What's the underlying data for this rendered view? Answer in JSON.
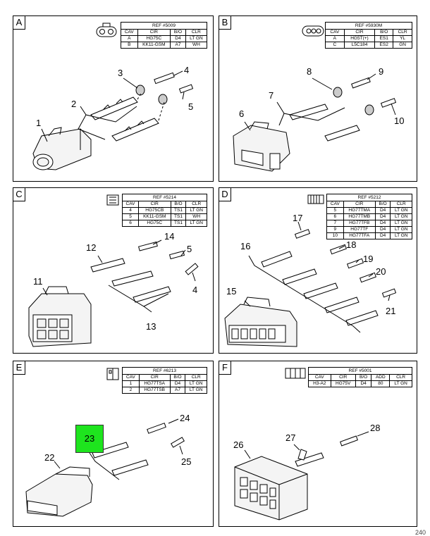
{
  "panels": {
    "A": {
      "letter": "A",
      "ref": "REF #5009",
      "header": [
        "CAV",
        "CIR",
        "B/O",
        "CLR"
      ],
      "rows": [
        [
          "A",
          "HG75C",
          "D4",
          "LT GN"
        ],
        [
          "B",
          "KK11-GSM",
          "A7",
          "WH"
        ]
      ],
      "callouts": [
        "1",
        "2",
        "3",
        "4",
        "5"
      ]
    },
    "B": {
      "letter": "B",
      "ref": "REF #5930M",
      "header": [
        "CAV",
        "CIR",
        "B/O",
        "CLR"
      ],
      "rows": [
        [
          "A",
          "HG5T(+)",
          "ES1",
          "YL"
        ],
        [
          "C",
          "L5C184",
          "ES2",
          "GN"
        ]
      ],
      "callouts": [
        "6",
        "7",
        "8",
        "9",
        "10"
      ]
    },
    "C": {
      "letter": "C",
      "ref": "REF #5214",
      "header": [
        "CAV",
        "CIR",
        "B/O",
        "CLR"
      ],
      "rows": [
        [
          "4",
          "HG75CB",
          "TS1",
          "LT GN"
        ],
        [
          "5",
          "KK11-GSM",
          "TS1",
          "WH"
        ],
        [
          "6",
          "HG75C",
          "TS1",
          "LT GN"
        ]
      ],
      "callouts": [
        "11",
        "12",
        "13",
        "14",
        "5",
        "4"
      ]
    },
    "D": {
      "letter": "D",
      "ref": "REF #5212",
      "header": [
        "CAV",
        "CIR",
        "B/O",
        "CLR"
      ],
      "rows": [
        [
          "5",
          "HG77TMA",
          "D4",
          "LT GN"
        ],
        [
          "6",
          "HG77TMB",
          "D4",
          "LT GN"
        ],
        [
          "7",
          "HG77TFB",
          "D4",
          "LT GN"
        ],
        [
          "9",
          "HG77TF",
          "D4",
          "LT GN"
        ],
        [
          "10",
          "HG77TFA",
          "D4",
          "LT GN"
        ]
      ],
      "callouts": [
        "15",
        "16",
        "17",
        "18",
        "19",
        "20",
        "21"
      ]
    },
    "E": {
      "letter": "E",
      "ref": "REF #6213",
      "header": [
        "CAV",
        "CIR",
        "B/O",
        "CLR"
      ],
      "rows": [
        [
          "1",
          "HG77TSA",
          "D4",
          "LT GN"
        ],
        [
          "2",
          "HG77TSB",
          "A7",
          "LT GN"
        ]
      ],
      "callouts": [
        "22",
        "23",
        "24",
        "25"
      ]
    },
    "F": {
      "letter": "F",
      "ref": "REF #5001",
      "header": [
        "CAV",
        "CIR",
        "B/O",
        "ADD",
        "CLR"
      ],
      "rows": [
        [
          "H3-A2",
          "HG75V",
          "D4",
          "80",
          "LT GN"
        ]
      ],
      "callouts": [
        "26",
        "27",
        "28"
      ]
    }
  },
  "footer": "240",
  "highlight_color": "#1ee41e"
}
